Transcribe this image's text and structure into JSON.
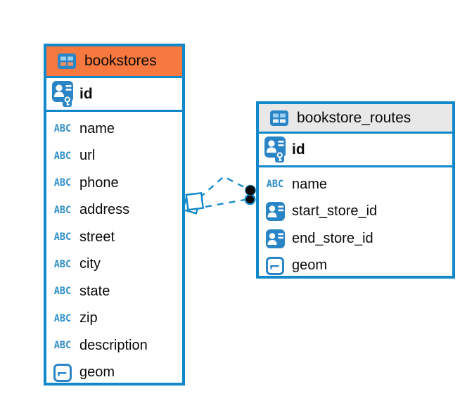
{
  "diagram": {
    "background_color": "#ffffff",
    "accent_color": "#1088c9",
    "line_color": "#1088c9",
    "tables": [
      {
        "name": "bookstores",
        "header_color": "#f8793f",
        "primary_key": {
          "label": "id"
        },
        "columns": [
          {
            "label": "name",
            "type": "text"
          },
          {
            "label": "url",
            "type": "text"
          },
          {
            "label": "phone",
            "type": "text"
          },
          {
            "label": "address",
            "type": "text"
          },
          {
            "label": "street",
            "type": "text"
          },
          {
            "label": "city",
            "type": "text"
          },
          {
            "label": "state",
            "type": "text"
          },
          {
            "label": "zip",
            "type": "text"
          },
          {
            "label": "description",
            "type": "text"
          },
          {
            "label": "geom",
            "type": "geometry"
          }
        ]
      },
      {
        "name": "bookstore_routes",
        "header_color": "#e8e8e8",
        "primary_key": {
          "label": "id"
        },
        "columns": [
          {
            "label": "name",
            "type": "text"
          },
          {
            "label": "start_store_id",
            "type": "reference"
          },
          {
            "label": "end_store_id",
            "type": "reference"
          },
          {
            "label": "geom",
            "type": "geometry"
          }
        ]
      }
    ],
    "icons": {
      "text_type_glyph": "ABC"
    },
    "relationships": [
      {
        "from_table": "bookstores",
        "to_table": "bookstore_routes",
        "style": "dashed"
      },
      {
        "from_table": "bookstores",
        "to_table": "bookstore_routes",
        "style": "dashed"
      }
    ]
  }
}
